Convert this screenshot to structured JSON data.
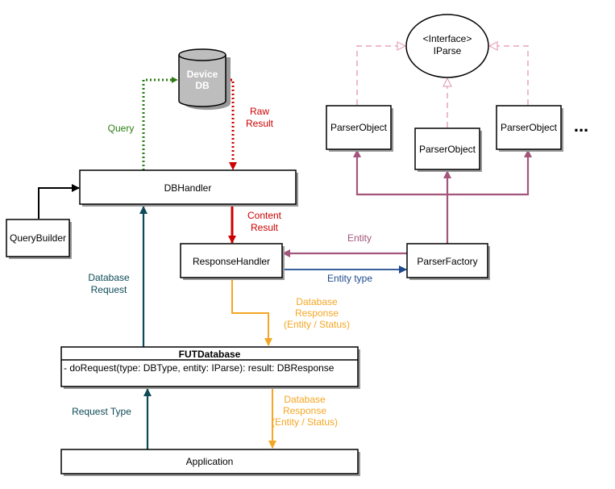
{
  "colors": {
    "query": "#2d7d13",
    "raw": "#cc0000",
    "content": "#cc0000",
    "db_request": "#0e4b57",
    "parser": "#a3567c",
    "interface_arrow": "#e8a3bd",
    "entity_type": "#1f4a8c",
    "response": "#f5a623",
    "shadow": "#999999",
    "db_fill": "#bdbdbd"
  },
  "nodes": {
    "device_db": {
      "line1": "Device",
      "line2": "DB"
    },
    "interface": {
      "line1": "<Interface>",
      "line2": "IParse"
    },
    "parser_left": "ParserObject",
    "parser_mid": "ParserObject",
    "parser_right": "ParserObject",
    "ellipsis": "...",
    "db_handler": "DBHandler",
    "query_builder": "QueryBuilder",
    "response_handler": "ResponseHandler",
    "parser_factory": "ParserFactory",
    "fut_database": {
      "title": "FUTDatabase",
      "method": "- doRequest(type: DBType, entity: IParse): result: DBResponse"
    },
    "application": "Application"
  },
  "edges": {
    "query": "Query",
    "raw_result": {
      "line1": "Raw",
      "line2": "Result"
    },
    "content_result": {
      "line1": "Content",
      "line2": "Result"
    },
    "entity": "Entity",
    "entity_type": "Entity type",
    "database_request": {
      "line1": "Database",
      "line2": "Request"
    },
    "database_response_top": {
      "line1": "Database",
      "line2": "Response",
      "line3": "(Entity / Status)"
    },
    "database_response_bottom": {
      "line1": "Database",
      "line2": "Response",
      "line3": "(Entity / Status)"
    },
    "request_type": "Request Type"
  }
}
